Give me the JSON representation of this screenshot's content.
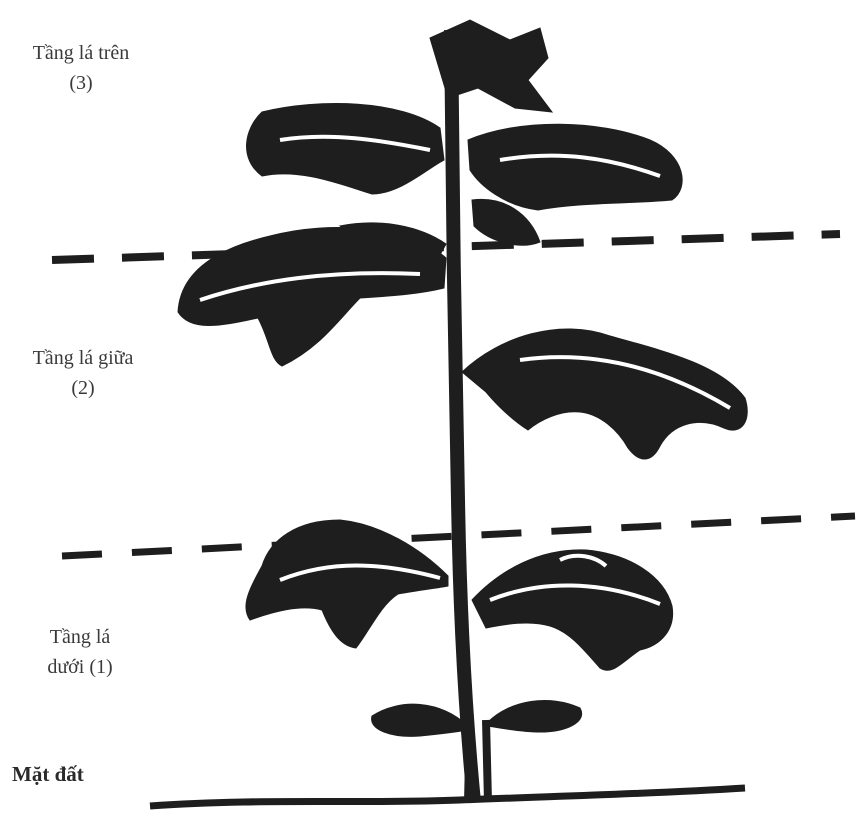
{
  "labels": {
    "upper": {
      "line1": "Tầng lá trên",
      "line2": "(3)"
    },
    "middle": {
      "line1": "Tầng lá giữa",
      "line2": "(2)"
    },
    "lower": {
      "line1": "Tầng lá",
      "line2": "dưới (1)"
    },
    "ground": "Mặt đất"
  },
  "colors": {
    "ink": "#1e1e1e",
    "text": "#3a3a3a",
    "background": "#ffffff"
  }
}
